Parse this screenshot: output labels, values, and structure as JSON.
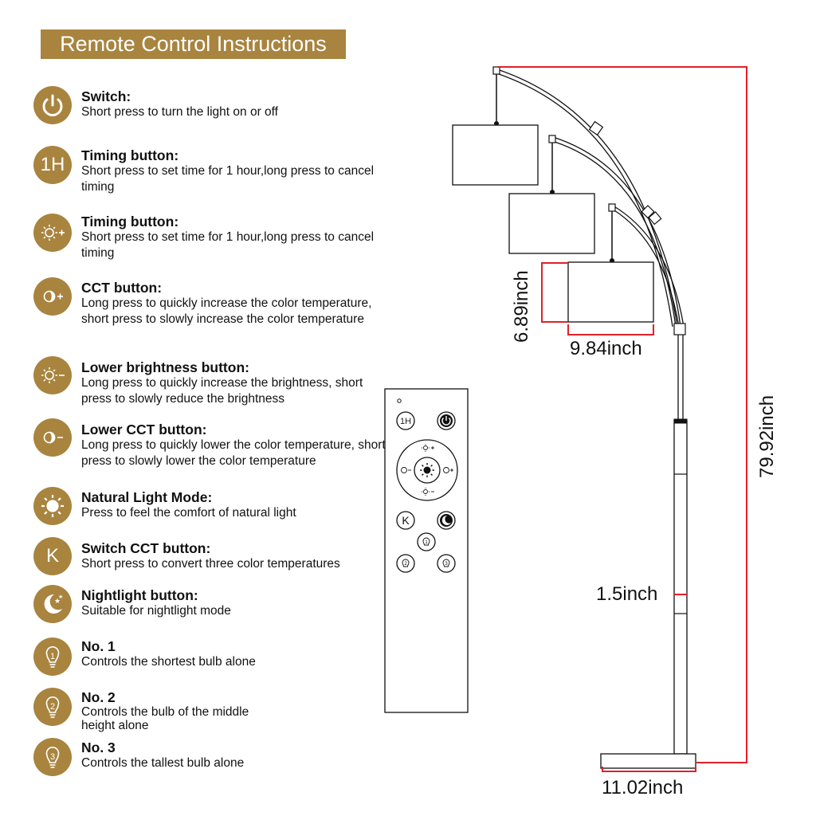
{
  "title": "Remote Control Instructions",
  "items": [
    {
      "icon": "power-icon",
      "heading": "Switch:",
      "desc": "Short press to turn the light on or off"
    },
    {
      "icon": "timer-1h-icon",
      "icon_text": "1H",
      "heading": "Timing button:",
      "desc": "Short press to set time for 1 hour,long press to cancel timing"
    },
    {
      "icon": "brightness-up-icon",
      "heading": "Timing button:",
      "desc": "Short press to set time for 1 hour,long press to cancel timing"
    },
    {
      "icon": "cct-up-icon",
      "heading": "CCT button:",
      "desc": "Long press to quickly increase the color temperature, short press to slowly increase the color temperature"
    },
    {
      "icon": "brightness-down-icon",
      "heading": "Lower brightness button:",
      "desc": "Long press to quickly increase the brightness, short press to slowly reduce the brightness"
    },
    {
      "icon": "cct-down-icon",
      "heading": "Lower CCT button:",
      "desc": "Long press to quickly lower the color temperature, short press to slowly lower the color temperature"
    },
    {
      "icon": "sun-icon",
      "heading": "Natural Light Mode:",
      "desc": "Press to feel the comfort of natural light"
    },
    {
      "icon": "k-icon",
      "icon_text": "K",
      "heading": "Switch CCT button:",
      "desc": "Short press to convert three color temperatures"
    },
    {
      "icon": "moon-icon",
      "heading": "Nightlight button:",
      "desc": "Suitable for nightlight mode"
    },
    {
      "icon": "bulb-1-icon",
      "icon_text": "1",
      "heading": "No. 1",
      "desc": "Controls the shortest bulb alone"
    },
    {
      "icon": "bulb-2-icon",
      "icon_text": "2",
      "heading": "No. 2",
      "desc": "Controls the bulb of the middle height alone"
    },
    {
      "icon": "bulb-3-icon",
      "icon_text": "3",
      "heading": "No. 3",
      "desc": "Controls the tallest bulb alone"
    }
  ],
  "remote": {
    "btn_1h": "1H",
    "btn_k": "K",
    "bulb_1": "1",
    "bulb_2": "2",
    "bulb_3": "3"
  },
  "dimensions": {
    "shade_height": "6.89inch",
    "shade_width": "9.84inch",
    "total_height": "79.92inch",
    "pole_diameter": "1.5inch",
    "base_width": "11.02inch"
  },
  "colors": {
    "accent": "#a8843f",
    "dimension_line": "#e0202a"
  }
}
